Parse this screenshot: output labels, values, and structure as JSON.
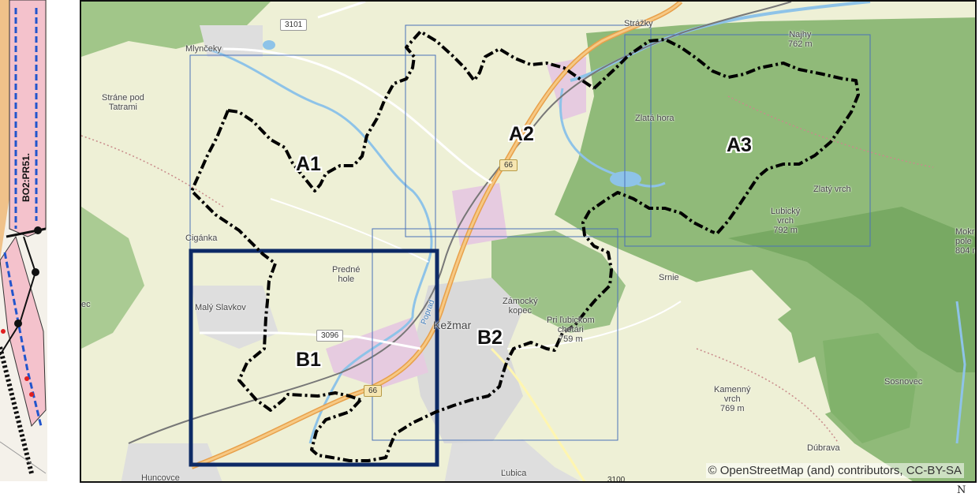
{
  "left_strip": {
    "label": "BO2:PR51."
  },
  "areas": [
    {
      "id": "A1",
      "label": "A1"
    },
    {
      "id": "A2",
      "label": "A2"
    },
    {
      "id": "A3",
      "label": "A3"
    },
    {
      "id": "B1",
      "label": "B1"
    },
    {
      "id": "B2",
      "label": "B2"
    }
  ],
  "places": {
    "mlynceky": "Mlynčeky",
    "strazky": "Strážky",
    "najhy": "Najhy",
    "najhy_elev": "762 m",
    "strane_line1": "Stráne pod",
    "strane_line2": "Tatrami",
    "zlata_hora": "Zlatá hora",
    "zlaty_vrch": "Zlatý vrch",
    "lubicky_line1": "Lubický",
    "lubicky_line2": "vrch",
    "lubicky_elev": "792 m",
    "mokry_line1": "Mokr",
    "mokry_line2": "pole",
    "mokry_elev": "804 m",
    "ciganka": "Cigánka",
    "predne_line1": "Predné",
    "predne_line2": "hole",
    "srnie": "Srnie",
    "maly_slavkov": "Malý Slavkov",
    "zamocky_line1": "Zámocký",
    "zamocky_line2": "kopec",
    "pri_line1": "Pri ľubickom",
    "pri_line2": "chotári",
    "pri_elev": "759 m",
    "kezmarok": "Kežmar",
    "kamenny_line1": "Kamenný",
    "kamenny_line2": "vrch",
    "kamenny_elev": "769 m",
    "sosnovec": "Sosnovec",
    "dubrava": "Dúbrava",
    "huncovce": "Huncovce",
    "lubica": "Ľubica",
    "poprad_river": "Poprad",
    "ec": "ec"
  },
  "roads": {
    "r3101": "3101",
    "r66_top": "66",
    "r66_bottom": "66",
    "r3096": "3096",
    "r3100": "3100"
  },
  "attribution": "© OpenStreetMap (and) contributors, CC-BY-SA",
  "north_symbol": "N",
  "colors": {
    "boundary_line": "#000000",
    "tile_grid": "#4a72b8",
    "focus_tile": "#0d2a66",
    "forest": "#7fb069",
    "meadow": "#eef0d6",
    "water": "#8ec3e8",
    "major_road": "#e8a04a",
    "urban": "#d9d9d9",
    "railway": "#777777",
    "landuse_pink": "#e6cbe0"
  }
}
